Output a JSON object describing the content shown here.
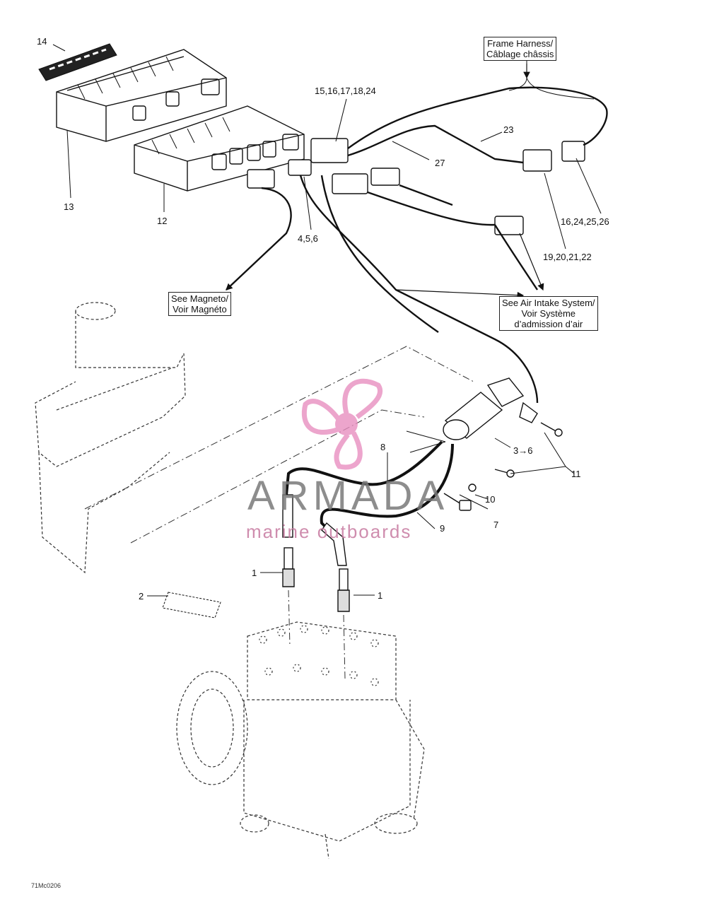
{
  "diagram": {
    "labels": {
      "n1a": "1",
      "n1b": "1",
      "n2": "2",
      "n3_6": "3→6",
      "n4_5_6": "4,5,6",
      "n7": "7",
      "n8": "8",
      "n9": "9",
      "n10": "10",
      "n11": "11",
      "n12": "12",
      "n13": "13",
      "n14": "14",
      "n15_18_24": "15,16,17,18,24",
      "n16_24_25_26": "16,24,25,26",
      "n19_22": "19,20,21,22",
      "n23": "23",
      "n27": "27"
    },
    "callouts": {
      "frame_harness": [
        "Frame Harness/",
        "Câblage châssis"
      ],
      "magneto": [
        "See Magneto/",
        "Voir Magnéto"
      ],
      "air_intake": [
        "See Air Intake System/",
        "Voir Système",
        "d’admission d’air"
      ]
    },
    "figure_code": "71Mc0206",
    "colors": {
      "line": "#111111",
      "dash": "#333333",
      "watermark_pink": "#e88fc0",
      "watermark_gray": "#7a7a7a"
    }
  },
  "watermark": {
    "brand": "ARMADA",
    "tagline": "marine outboards",
    "logo_icon": "propeller-icon"
  }
}
